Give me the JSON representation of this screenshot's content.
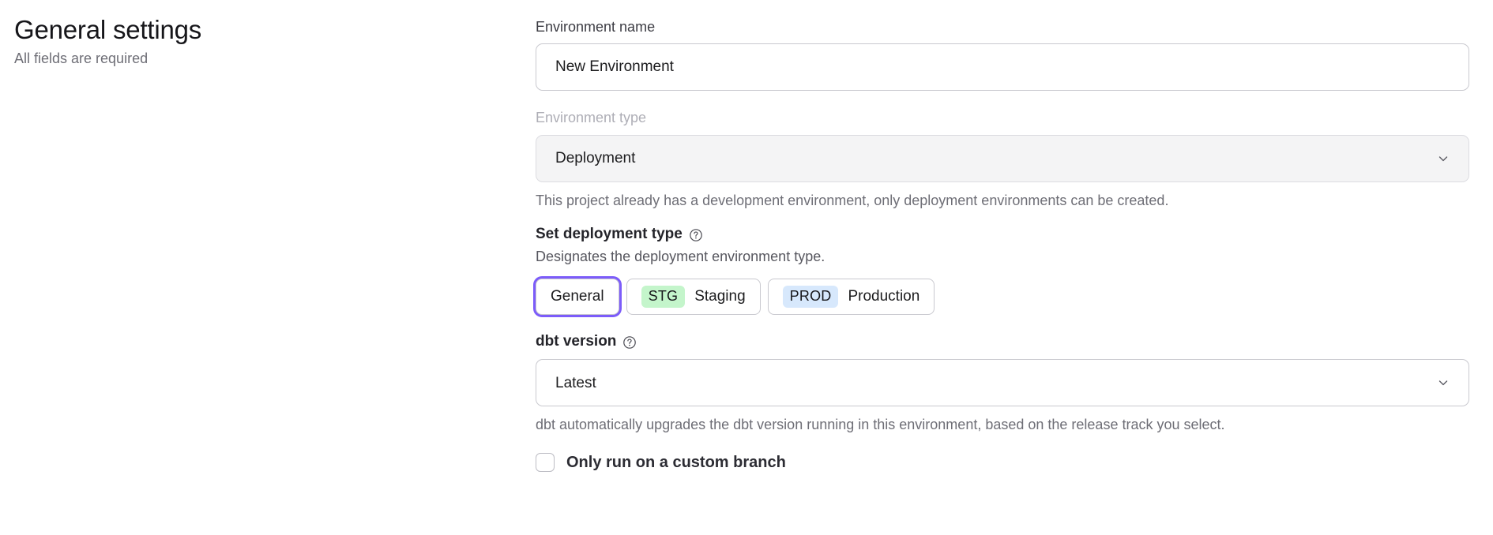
{
  "header": {
    "title": "General settings",
    "subtitle": "All fields are required"
  },
  "form": {
    "environment_name": {
      "label": "Environment name",
      "value": "New Environment",
      "placeholder": "Environment name"
    },
    "environment_type": {
      "label": "Environment type",
      "value": "Deployment",
      "disabled": true,
      "helper": "This project already has a development environment, only deployment environments can be created.",
      "chevron_icon": "chevron-down-icon"
    },
    "deployment_type": {
      "label": "Set deployment type",
      "help_icon": "question-circle-icon",
      "description": "Designates the deployment environment type.",
      "options": [
        {
          "label": "General",
          "badge": "",
          "badge_style": "",
          "selected": true
        },
        {
          "label": "Staging",
          "badge": "STG",
          "badge_style": "stg",
          "selected": false
        },
        {
          "label": "Production",
          "badge": "PROD",
          "badge_style": "prod",
          "selected": false
        }
      ]
    },
    "dbt_version": {
      "label": "dbt version",
      "help_icon": "question-circle-icon",
      "value": "Latest",
      "helper": "dbt automatically upgrades the dbt version running in this environment, based on the release track you select.",
      "chevron_icon": "chevron-down-icon"
    },
    "custom_branch": {
      "label": "Only run on a custom branch",
      "checked": false
    }
  },
  "colors": {
    "focus_ring": "#7c5cfa",
    "stg_badge": "#c4f5cb",
    "prod_badge": "#d7e8fc",
    "disabled_bg": "#f4f4f5"
  }
}
